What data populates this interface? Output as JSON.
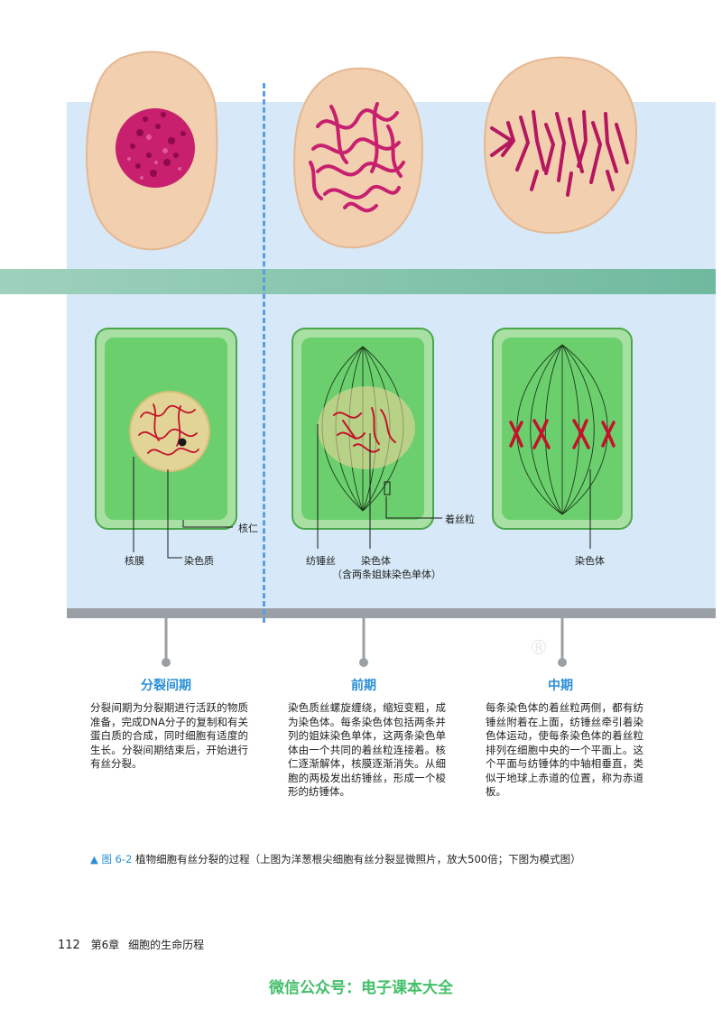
{
  "labels": {
    "nucleolus": "核仁",
    "nuclear_membrane": "核膜",
    "chromatin": "染色质",
    "centromere": "着丝粒",
    "spindle_fiber": "纺锤丝",
    "chromosome": "染色体",
    "chromosome_note": "（含两条姐妹染色单体）",
    "chromosome_metaphase": "染色体"
  },
  "stages": [
    {
      "title": "分裂间期",
      "text": "分裂间期为分裂期进行活跃的物质准备，完成DNA分子的复制和有关蛋白质的合成，同时细胞有适度的生长。分裂间期结束后，开始进行有丝分裂。"
    },
    {
      "title": "前期",
      "text": "染色质丝螺旋缠绕，缩短变粗，成为染色体。每条染色体包括两条并列的姐妹染色单体，这两条染色单体由一个共同的着丝粒连接着。核仁逐渐解体，核膜逐渐消失。从细胞的两极发出纺锤丝，形成一个梭形的纺锤体。"
    },
    {
      "title": "中期",
      "text": "每条染色体的着丝粒两侧，都有纺锤丝附着在上面，纺锤丝牵引着染色体运动，使每条染色体的着丝粒排列在细胞中央的一个平面上。这个平面与纺锤体的中轴相垂直，类似于地球上赤道的位置，称为赤道板。"
    }
  ],
  "caption": {
    "marker": "▲",
    "figure_no": "图 6-2",
    "text": "植物细胞有丝分裂的过程（上图为洋葱根尖细胞有丝分裂显微照片，放大500倍；下图为模式图）"
  },
  "footer": {
    "page_number": "112",
    "chapter": "第6章",
    "chapter_title": "细胞的生命历程"
  },
  "watermark": "微信公众号：电子课本大全",
  "registered_mark": "®",
  "colors": {
    "panel": "#d7e9f8",
    "band": "#8cc9b1",
    "cell_green": "#6ccf6e",
    "chromosome_red": "#c3122a",
    "micro_cell": "#f1cfaf",
    "stain": "#c81f6e",
    "accent_blue": "#2a8fd6",
    "watermark_green": "#44c06a"
  }
}
